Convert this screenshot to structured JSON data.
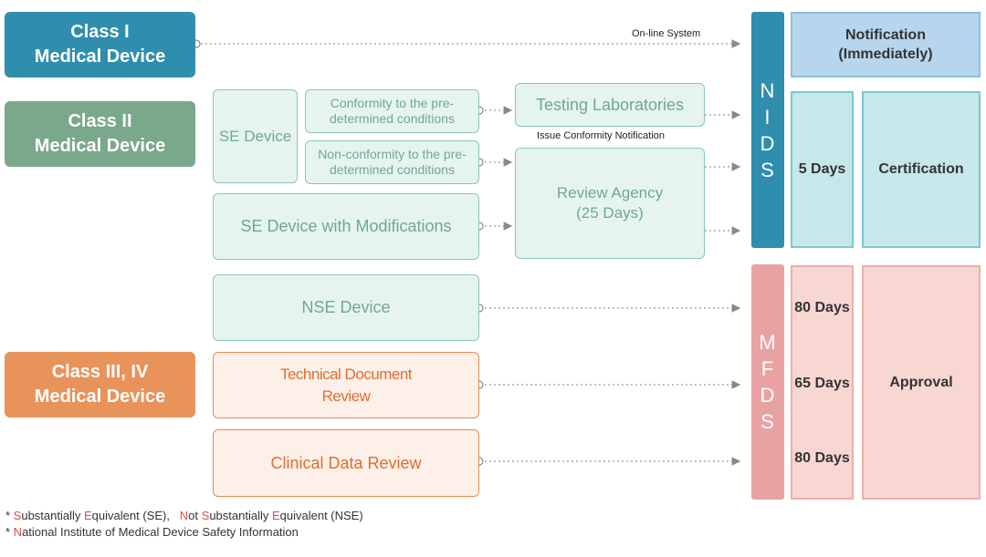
{
  "classes": {
    "class1": "Class I\nMedical Device",
    "class2": "Class II\nMedical Device",
    "class3": "Class III, IV\nMedical Device"
  },
  "devices": {
    "se_device": "SE Device",
    "conformity": "Conformity to the pre-\ndetermined conditions",
    "nonconformity": "Non-conformity to the pre-\ndetermined conditions",
    "se_modified": "SE Device with Modifications",
    "nse_device": "NSE Device",
    "technical_review": "Technical Document\nReview",
    "clinical_review": "Clinical Data Review"
  },
  "agencies": {
    "testing_lab": "Testing Laboratories",
    "review_agency": "Review Agency\n(25 Days)"
  },
  "labels": {
    "online_system": "On-line System",
    "issue_notification": "Issue Conformity Notification"
  },
  "nids": {
    "letters": "N\nI\nD\nS"
  },
  "mfds": {
    "letters": "M\nF\nD\nS"
  },
  "outcomes": {
    "notification": "Notification\n(Immediately)",
    "five_days": "5 Days",
    "certification": "Certification",
    "days_80_a": "80 Days",
    "days_65": "65 Days",
    "days_80_b": "80 Days",
    "approval": "Approval"
  },
  "footnotes": {
    "se_s": "S",
    "se_ubst": "ubstantially ",
    "se_e": "E",
    "se_quiv": "quivalent (SE),   ",
    "nse_n": "N",
    "nse_ot": "ot ",
    "nse_s": "S",
    "nse_ubst": "ubstantially ",
    "nse_e": "E",
    "nse_quiv": "quivalent (NSE)",
    "nids_n": "N",
    "nids_rest": "ational Institute of Medical Device Safety Information"
  },
  "colors": {
    "class1": "#2f8ead",
    "class2": "#7aa88b",
    "class3": "#e8935a",
    "nids": "#2f8ead",
    "mfds": "#e9a2a2"
  }
}
